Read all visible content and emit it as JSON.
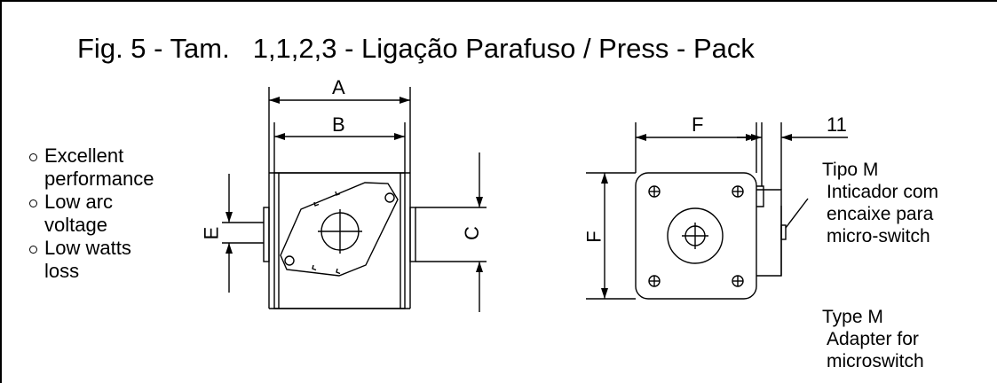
{
  "title": {
    "part1": "Fig. 5 - Tam.",
    "part2": "1,1,2,3 - Ligação Parafuso  / Press - Pack"
  },
  "features": [
    {
      "line1": "Excellent",
      "line2": "performance"
    },
    {
      "line1": "Low arc",
      "line2": "voltage"
    },
    {
      "line1": "Low watts",
      "line2": "loss"
    }
  ],
  "dimensions": {
    "a": "A",
    "b": "B",
    "c": "C",
    "e": "E",
    "f_top": "F",
    "f_side": "F",
    "eleven": "11"
  },
  "note_pt": {
    "line1": "Tipo M",
    "line2": "Inticador com",
    "line3": "encaixe para",
    "line4": "micro-switch"
  },
  "note_en": {
    "line1": "Type M",
    "line2": "Adapter for",
    "line3": "microswitch"
  },
  "colors": {
    "line": "#000000",
    "body_fill": "#ffffff"
  }
}
